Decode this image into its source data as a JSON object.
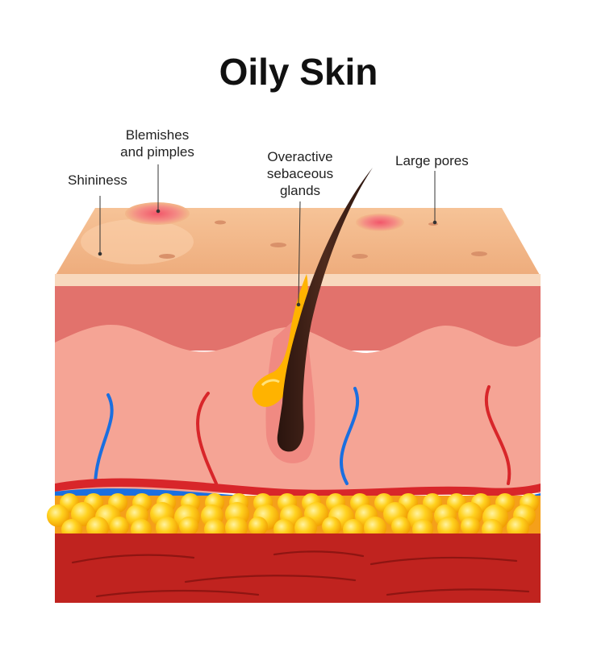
{
  "title": "Oily Skin",
  "labels": {
    "shininess": "Shininess",
    "blemishes_line1": "Blemishes",
    "blemishes_line2": "and pimples",
    "glands_line1": "Overactive",
    "glands_line2": "sebaceous",
    "glands_line3": "glands",
    "pores": "Large pores"
  },
  "colors": {
    "epidermis_top": "#f3b98a",
    "dermis_upper": "#e2726c",
    "dermis": "#f5a495",
    "vein": "#1a6fe0",
    "artery": "#d8262a",
    "fat": "#ffc61a",
    "muscle": "#c0231f",
    "hair": "#3b1f16",
    "sebum": "#ffb300"
  }
}
